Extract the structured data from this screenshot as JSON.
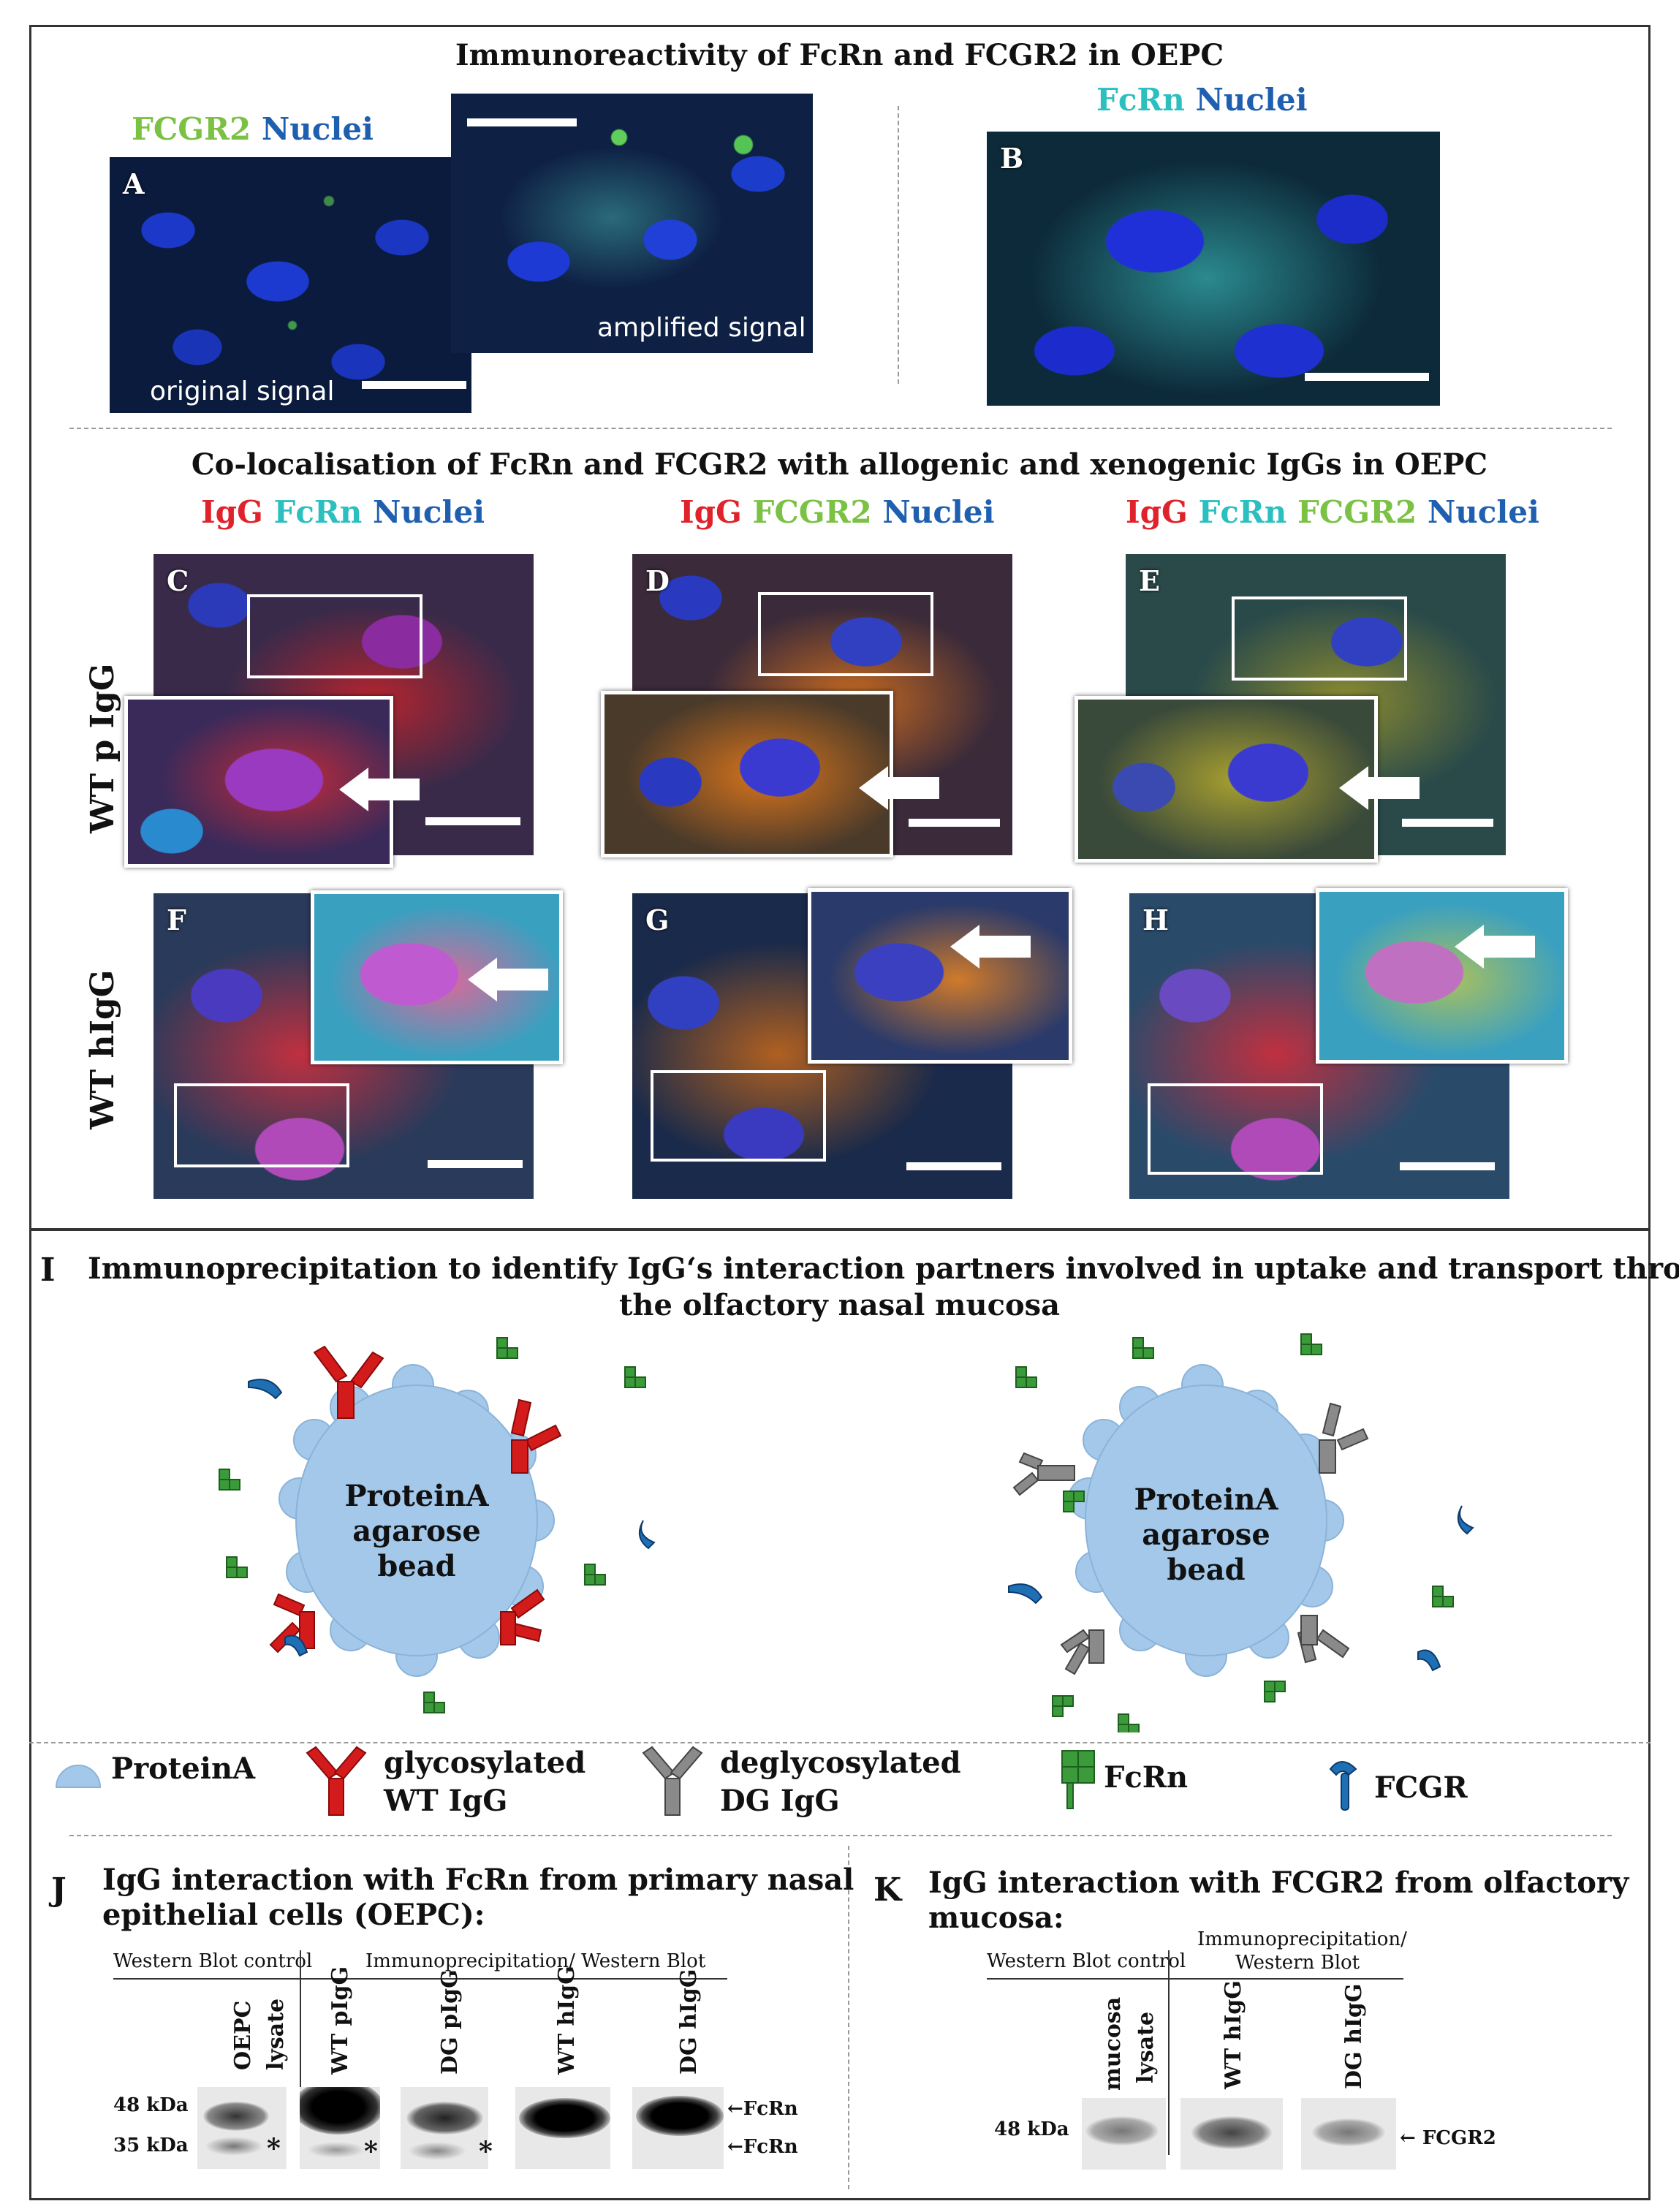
{
  "figure": {
    "top_title": "Immunoreactivity of FcRn and FCGR2 in OEPC",
    "panel_a": {
      "letter": "A",
      "legend_fcgr2": "FCGR2",
      "legend_nuclei": "Nuclei",
      "label_original": "original signal",
      "label_amplified": "amplified signal"
    },
    "panel_b": {
      "letter": "B",
      "legend_fcrn": "FcRn",
      "legend_nuclei": "Nuclei"
    },
    "coloc_title": "Co-localisation of FcRn and FCGR2 with allogenic and xenogenic IgGs in OEPC",
    "col1": {
      "igg": "IgG",
      "fcrn": "FcRn",
      "nuclei": "Nuclei"
    },
    "col2": {
      "igg": "IgG",
      "fcgr2": "FCGR2",
      "nuclei": "Nuclei"
    },
    "col3": {
      "igg": "IgG",
      "fcrn": "FcRn",
      "fcgr2": "FCGR2",
      "nuclei": "Nuclei"
    },
    "row_labels": {
      "row1": "WT p IgG",
      "row2": "WT hIgG"
    },
    "panel_letters": [
      "C",
      "D",
      "E",
      "F",
      "G",
      "H"
    ],
    "colors": {
      "fcgr2": "#7bc144",
      "nuclei": "#1f5fb0",
      "fcrn": "#2bbfc0",
      "igg": "#e0222a",
      "ab_red": "#d41b1b",
      "ab_grey": "#8a8a8a",
      "bead": "#a3c8ea",
      "fcrn_green": "#3b9a3a",
      "fcgr_blue": "#1f6fb5"
    }
  },
  "panel_i": {
    "letter": "I",
    "title_line1": "Immunoprecipitation to identify IgG‘s interaction partners involved in uptake and transport  through",
    "title_line2": "the olfactory nasal mucosa",
    "bead_left": [
      "ProteinA",
      "agarose",
      "bead"
    ],
    "bead_right": [
      "ProteinA",
      "agarose",
      "bead"
    ],
    "legend": {
      "proteina": "ProteinA",
      "glyco1": "glycosylated",
      "glyco2": "WT IgG",
      "deglyco1": "deglycosylated",
      "deglyco2": "DG IgG",
      "fcrn": "FcRn",
      "fcgr": "FCGR"
    }
  },
  "panel_j": {
    "letter": "J",
    "title_line1": "IgG interaction with FcRn from primary nasal",
    "title_line2": "epithelial cells (OEPC):",
    "hdr_control": "Western Blot control",
    "hdr_ip": "Immunoprecipitation/ Western Blot",
    "lanes": [
      "OEPC lysate",
      "WT pIgG",
      "DG pIgG",
      "WT hIgG",
      "DG hIgG"
    ],
    "mw": [
      "48 kDa",
      "35 kDa"
    ],
    "bands": [
      "FcRn",
      "FcRn"
    ],
    "asterisk": "*"
  },
  "panel_k": {
    "letter": "K",
    "title_line1": "IgG interaction with FCGR2 from olfactory",
    "title_line2": "mucosa:",
    "hdr_control": "Western Blot control",
    "hdr_ip1": "Immunoprecipitation/",
    "hdr_ip2": "Western Blot",
    "lanes": [
      "mucosa lysate",
      "WT hIgG",
      "DG hIgG"
    ],
    "mw": "48 kDa",
    "band": "FCGR2"
  }
}
